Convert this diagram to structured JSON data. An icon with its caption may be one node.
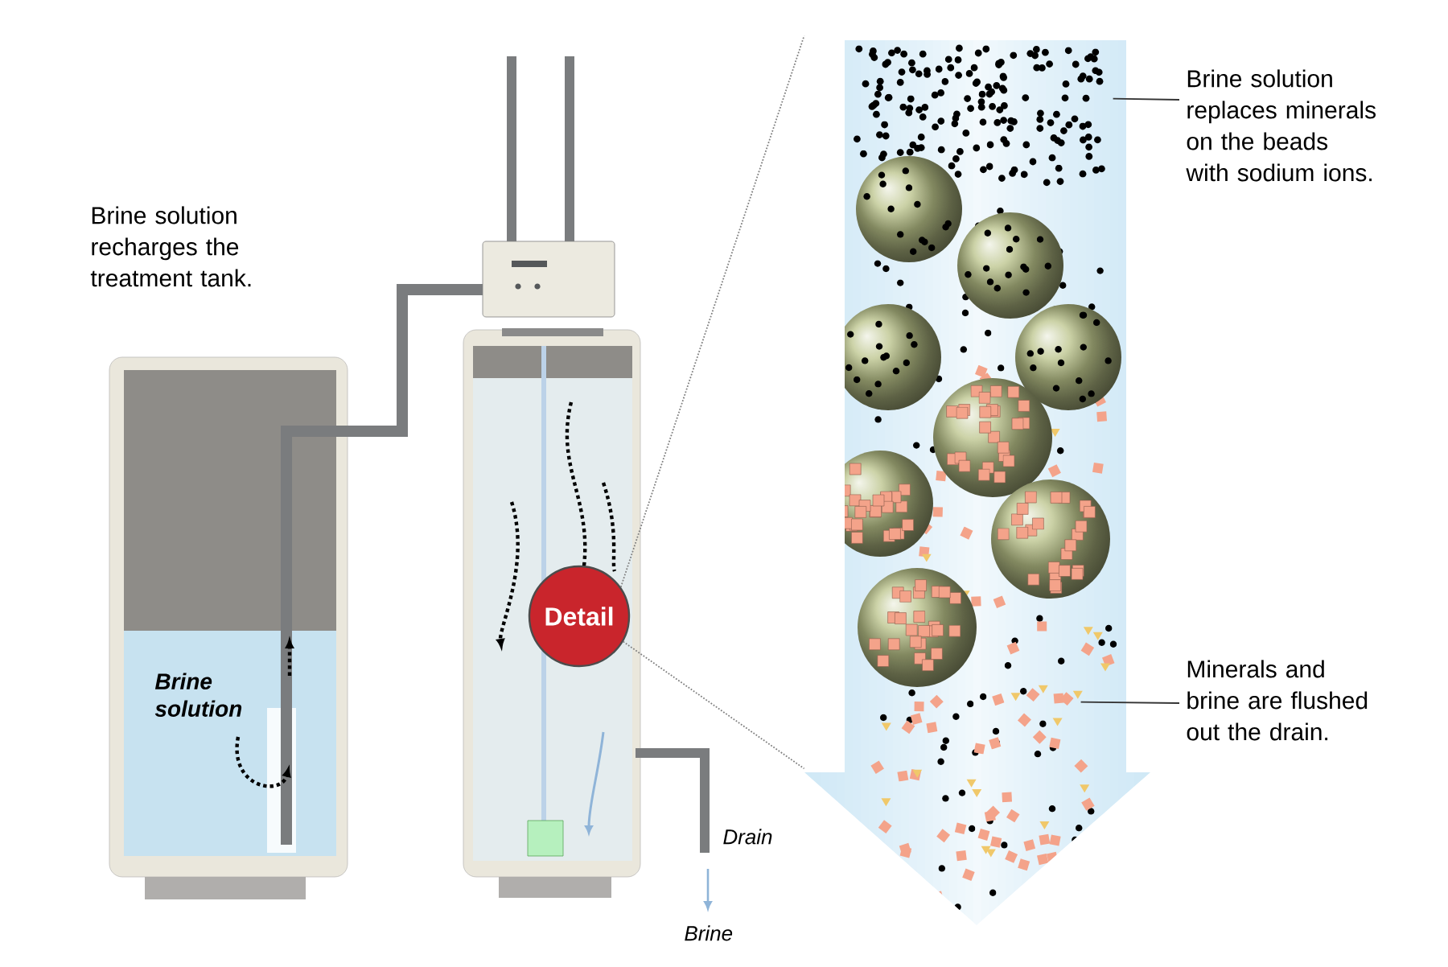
{
  "diagram": {
    "nodes": [
      {
        "text": [
          "Detail"
        ]
      },
      {
        "text": [
          "Brine solution replaces minerals on the beads with sodium ions."
        ]
      },
      {
        "text": [
          "Minerals and brine are flushed out the drain."
        ]
      },
      {
        "text": [],
        "shape": "arrow"
      }
    ],
    "edges": [
      {
        "from": 0,
        "to": 3,
        "arrow": "none",
        "style": "dashed"
      },
      {
        "from": 0,
        "to": 3,
        "arrow": "none",
        "style": "dashed"
      },
      {
        "from": 1,
        "to": 3,
        "arrow": "none",
        "color": "#333333"
      },
      {
        "from": 2,
        "to": 3,
        "arrow": "none",
        "color": "#333333"
      }
    ],
    "labels": [
      "Brine solution recharges the treatment tank.",
      "Brine solution",
      "Drain",
      "Brine"
    ]
  }
}
